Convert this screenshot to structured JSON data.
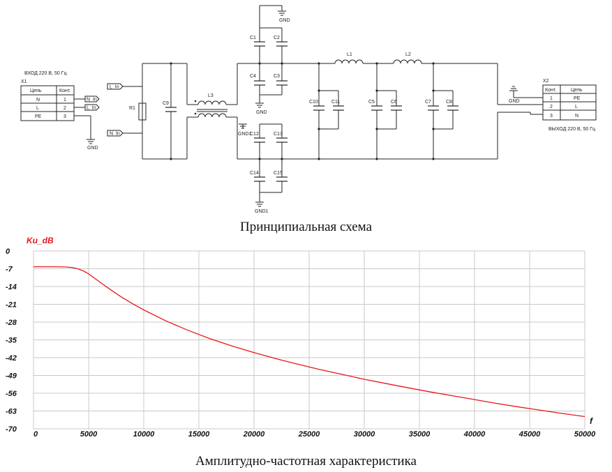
{
  "schematic": {
    "x1": {
      "ref": "X1",
      "title": "ВХОД 220 В, 50 Гц",
      "headers": [
        "Цепь",
        "Конт."
      ],
      "rows": [
        [
          "N",
          "1"
        ],
        [
          "L",
          "2"
        ],
        [
          "PE",
          "3"
        ]
      ]
    },
    "x2": {
      "ref": "X2",
      "title": "ВЫХОД 220 В, 50 Гц",
      "headers": [
        "Конт.",
        "Цепь"
      ],
      "rows": [
        [
          "1",
          "PE"
        ],
        [
          "2",
          "L"
        ],
        [
          "3",
          "N"
        ]
      ]
    },
    "net_labels": {
      "n_in": "N_In",
      "l_in": "L_In",
      "l_in2": "L_In",
      "n_in2": "N_In"
    },
    "components": {
      "r1": "R1",
      "c9": "C9",
      "l3": "L3",
      "c1": "C1",
      "c2": "C2",
      "c4": "C4",
      "c3": "C3",
      "c12": "C12",
      "c13": "C13",
      "c14": "C14",
      "c15": "C15",
      "c10": "C10",
      "c11": "C11",
      "c5": "C5",
      "c6": "C6",
      "c7": "C7",
      "c8": "C8",
      "l1": "L1",
      "l2": "L2"
    },
    "grounds": {
      "g_top": "GND",
      "g_mid": "GND",
      "g_gnd1": "GND1",
      "g_bot": "GND1",
      "g_x2": "GND",
      "g_x1": "GND"
    },
    "caption": "Принципиальная схема"
  },
  "chart_data": {
    "type": "line",
    "ylabel": "Ku_dB",
    "xlabel": "f",
    "xlim": [
      0,
      50000
    ],
    "ylim": [
      -70,
      0
    ],
    "xticks": [
      0,
      5000,
      10000,
      15000,
      20000,
      25000,
      30000,
      35000,
      40000,
      45000,
      50000
    ],
    "yticks": [
      0,
      -7,
      -14,
      -21,
      -28,
      -35,
      -42,
      -49,
      -56,
      -63,
      -70
    ],
    "grid": true,
    "series": [
      {
        "color": "#e8161b",
        "x": [
          0,
          1000,
          2000,
          3000,
          3500,
          4000,
          4500,
          5000,
          5500,
          6000,
          7000,
          8000,
          9000,
          10000,
          12000,
          14000,
          16000,
          18000,
          20000,
          22000,
          24000,
          26000,
          28000,
          30000,
          32000,
          34000,
          36000,
          38000,
          40000,
          42000,
          44000,
          46000,
          48000,
          50000
        ],
        "y": [
          -6.2,
          -6.2,
          -6.2,
          -6.3,
          -6.5,
          -7.0,
          -7.8,
          -9.0,
          -10.6,
          -12.2,
          -15.3,
          -18.2,
          -20.8,
          -23.2,
          -27.5,
          -31.2,
          -34.5,
          -37.4,
          -40.0,
          -42.4,
          -44.6,
          -46.7,
          -48.6,
          -50.5,
          -52.2,
          -53.9,
          -55.5,
          -57.0,
          -58.5,
          -60.0,
          -61.4,
          -62.7,
          -64.0,
          -65.2
        ]
      }
    ],
    "caption": "Амплитудно-частотная характеристика"
  }
}
